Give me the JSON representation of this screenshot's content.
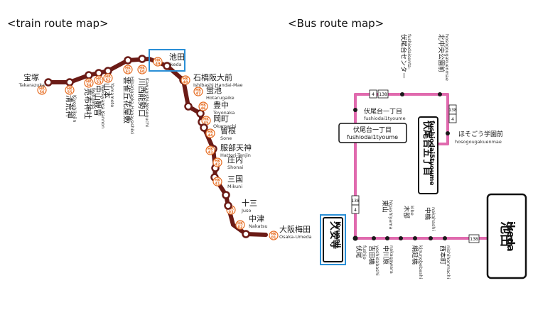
{
  "titles": {
    "train": "<train route map>",
    "bus": "<Bus route map>"
  },
  "train_stations": [
    {
      "name": "宝塚",
      "romaji": "Takarazuka",
      "num": "HK 56"
    },
    {
      "name": "清荒神",
      "romaji": "Kiyoshikojin",
      "num": "HK 55"
    },
    {
      "name": "売布神社",
      "romaji": "Mefujinja",
      "num": "HK 54"
    },
    {
      "name": "中山観音",
      "romaji": "Nakayama Kannon",
      "num": "HK 53"
    },
    {
      "name": "山本",
      "romaji": "Yamamoto",
      "num": "HK 52"
    },
    {
      "name": "雲雀丘花屋敷",
      "romaji": "Hibarigaoka-Hanayashiki",
      "num": "HK 51"
    },
    {
      "name": "川西能勢口",
      "romaji": "Kawanishi-Noseguchi",
      "num": "HK 50"
    },
    {
      "name": "池田",
      "romaji": "Ikeda",
      "num": "HK 49"
    },
    {
      "name": "石橋阪大前",
      "romaji": "Ishibashi Handai-Mae",
      "num": "HK 48"
    },
    {
      "name": "蛍池",
      "romaji": "Hotarugaike",
      "num": "HK 47"
    },
    {
      "name": "豊中",
      "romaji": "Toyonaka",
      "num": "HK 46"
    },
    {
      "name": "岡町",
      "romaji": "Okamachi",
      "num": "HK 45"
    },
    {
      "name": "曽根",
      "romaji": "Sone",
      "num": "HK 44"
    },
    {
      "name": "服部天神",
      "romaji": "Hattori-Tenjin",
      "num": "HK 43"
    },
    {
      "name": "庄内",
      "romaji": "Shonai",
      "num": "HK 42"
    },
    {
      "name": "三国",
      "romaji": "Mikuni",
      "num": "HK 41"
    },
    {
      "name": "十三",
      "romaji": "Juso",
      "num": "HK 03"
    },
    {
      "name": "中津",
      "romaji": "Nakatsu",
      "num": "HK 02"
    },
    {
      "name": "大阪梅田",
      "romaji": "Osaka-Umeda",
      "num": "HK 01"
    }
  ],
  "bus": {
    "kyuanji": {
      "jp": "久安寺",
      "romaji": "Kyuanji"
    },
    "ikeda": {
      "jp": "池田",
      "romaji": "ikeda"
    },
    "fushiodai5": {
      "jp": "伏尾台五丁目",
      "romaji": "fushiodai5tyoume"
    },
    "fushiodai1_box": {
      "jp": "伏尾台一丁目",
      "romaji": "fushiodai1tyoume"
    },
    "stops_top": [
      {
        "jp": "伏尾台センター",
        "romaji": "fushiodaisenta-"
      },
      {
        "jp": "北中央公園前",
        "romaji": "hosogougakuenmae"
      }
    ],
    "fushiodai1_label": {
      "jp": "伏尾台一丁目",
      "romaji": "fushiodai1tyoume"
    },
    "hosogou": {
      "jp": "ほそごう学園前",
      "romaji": "hosogougakuenmae"
    },
    "stops_bottom": [
      {
        "jp": "伏尾",
        "romaji": "fushio"
      },
      {
        "jp": "吉田橋",
        "romaji": "yoshidabashi"
      },
      {
        "jp": "中川原",
        "romaji": "nakagawara"
      },
      {
        "jp": "絹延橋",
        "romaji": "kinunobebashi"
      },
      {
        "jp": "西本町",
        "romaji": "nishihonmachi"
      }
    ],
    "stops_mid": [
      {
        "jp": "東山",
        "romaji": "higashiyama"
      },
      {
        "jp": "木部",
        "romaji": "kibe"
      },
      {
        "jp": "中橋",
        "romaji": "nakahashi"
      }
    ],
    "route_numbers": [
      "4",
      "138"
    ]
  },
  "colors": {
    "train_line": "#6b1b16",
    "badge": "#e66b1f",
    "bus_line": "#e06aae",
    "highlight": "#2a8fd6"
  }
}
